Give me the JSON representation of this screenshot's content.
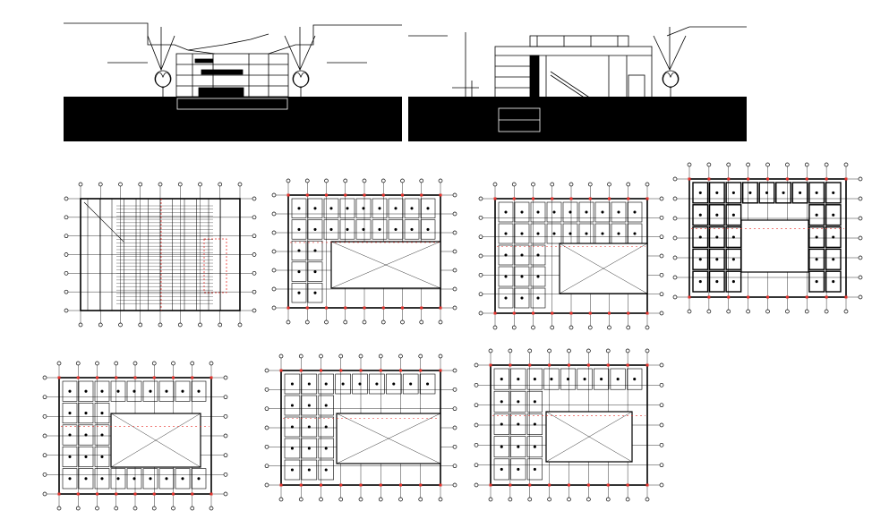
{
  "drawing": {
    "background": "#ffffff",
    "line_color": "#000000",
    "accent_color": "#e8322c",
    "sections": [
      {
        "id": "section-a",
        "kind": "building-section",
        "has_trees": true
      },
      {
        "id": "section-b",
        "kind": "building-section",
        "has_trees": true
      }
    ],
    "plans": [
      {
        "id": "plan-roof",
        "kind": "roof-framing-plan"
      },
      {
        "id": "plan-2",
        "kind": "floor-plan",
        "courtyard": true
      },
      {
        "id": "plan-3",
        "kind": "floor-plan",
        "courtyard": true
      },
      {
        "id": "plan-4",
        "kind": "structural-plan",
        "courtyard": true
      },
      {
        "id": "plan-5",
        "kind": "floor-plan",
        "courtyard": true
      },
      {
        "id": "plan-6",
        "kind": "floor-plan",
        "courtyard": true
      },
      {
        "id": "plan-7",
        "kind": "floor-plan",
        "courtyard": true
      }
    ]
  }
}
